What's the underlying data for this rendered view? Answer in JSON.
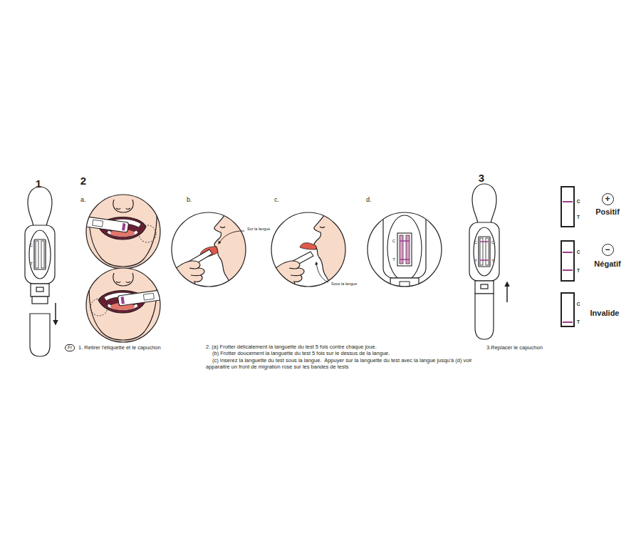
{
  "diagram": {
    "nodes": [
      {
        "text": [
          "+"
        ]
      },
      {
        "text": [
          "−"
        ]
      },
      {
        "text": [
          "Fr"
        ]
      }
    ],
    "labels": [
      "1",
      "2",
      "a.",
      "b.",
      "c.",
      "d.",
      "3",
      "C",
      "T",
      "Sur la langue",
      "Sous la langue",
      "C",
      "T",
      "C",
      "T",
      "C",
      "T",
      "C",
      "T",
      "Positif",
      "C",
      "T",
      "Négatif",
      "C",
      "T",
      "Invalide",
      "1. Retirer l'étiquette et le capuchon",
      "2. (a) Frotter délicatement la languette du test 5 fois contre chaque joue.",
      "(b) Frotter doucement la languette du test 5 fois sur le dessus de la langue.",
      "(c) Inserez la languette du test sous la langue.  Appuyer sur la languette du test avec la langue jusqu'à (d) voir apparaitre un front de migration rose sur les bandes de tests",
      "3.Replacer le capuchon"
    ]
  }
}
